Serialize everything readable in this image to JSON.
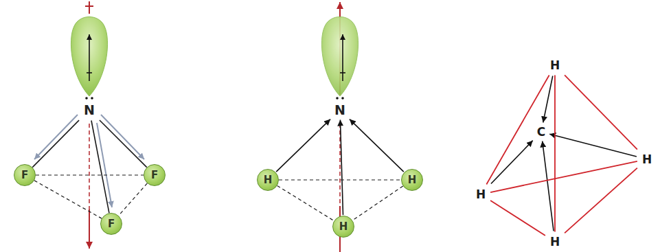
{
  "diagram": {
    "nodes": [
      {
        "text": [
          "N"
        ]
      },
      {
        "text": [
          "F"
        ]
      },
      {
        "text": [
          "F"
        ]
      },
      {
        "text": [
          "F"
        ]
      },
      {
        "text": [
          "N"
        ]
      },
      {
        "text": [
          "H"
        ]
      },
      {
        "text": [
          "H"
        ]
      },
      {
        "text": [
          "H"
        ]
      },
      {
        "text": [
          "H"
        ]
      },
      {
        "text": [
          "C"
        ]
      },
      {
        "text": [
          "H"
        ]
      },
      {
        "text": [
          "H"
        ]
      },
      {
        "text": [
          "H"
        ]
      }
    ],
    "edges": [
      {
        "from": 0,
        "to": 1,
        "arrow": "none"
      },
      {
        "from": 0,
        "to": 2,
        "arrow": "none"
      },
      {
        "from": 0,
        "to": 3,
        "arrow": "none"
      },
      {
        "from": 1,
        "to": 2,
        "arrow": "none"
      },
      {
        "from": 1,
        "to": 3,
        "arrow": "none"
      },
      {
        "from": 2,
        "to": 3,
        "arrow": "none"
      },
      {
        "from": 5,
        "to": 4,
        "arrow": "to"
      },
      {
        "from": 6,
        "to": 4,
        "arrow": "to"
      },
      {
        "from": 7,
        "to": 4,
        "arrow": "to"
      },
      {
        "from": 5,
        "to": 6,
        "arrow": "none"
      },
      {
        "from": 5,
        "to": 7,
        "arrow": "none"
      },
      {
        "from": 6,
        "to": 7,
        "arrow": "none"
      },
      {
        "from": 8,
        "to": 9,
        "arrow": "to"
      },
      {
        "from": 10,
        "to": 9,
        "arrow": "to"
      },
      {
        "from": 11,
        "to": 9,
        "arrow": "to"
      },
      {
        "from": 12,
        "to": 9,
        "arrow": "to"
      },
      {
        "from": 8,
        "to": 10,
        "arrow": "none"
      },
      {
        "from": 8,
        "to": 11,
        "arrow": "none"
      },
      {
        "from": 8,
        "to": 12,
        "arrow": "none"
      },
      {
        "from": 10,
        "to": 11,
        "arrow": "none"
      },
      {
        "from": 10,
        "to": 12,
        "arrow": "none"
      },
      {
        "from": 11,
        "to": 12,
        "arrow": "none"
      }
    ]
  }
}
